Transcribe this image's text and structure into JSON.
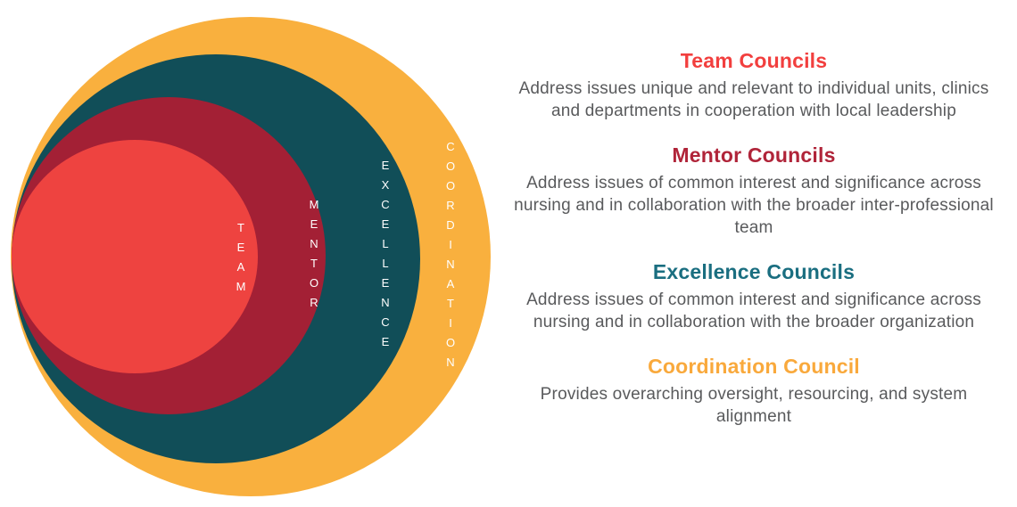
{
  "diagram": {
    "rings": [
      {
        "label": "TEAM",
        "color": "#EE4340"
      },
      {
        "label": "MENTOR",
        "color": "#A32035"
      },
      {
        "label": "EXCELLENCE",
        "color": "#114E58"
      },
      {
        "label": "COORDINATION",
        "color": "#F9B03E"
      }
    ],
    "label_text_color": "#FFFFFF"
  },
  "legend": {
    "sections": [
      {
        "title": "Team Councils",
        "title_color": "#F23F3E",
        "description": "Address issues unique and relevant to individual units, clinics and departments in cooperation with local leadership"
      },
      {
        "title": "Mentor Councils",
        "title_color": "#B02439",
        "description": "Address issues of common interest and significance across nursing and in collaboration with the broader inter-professional team"
      },
      {
        "title": "Excellence Councils",
        "title_color": "#1A6E80",
        "description": "Address issues of common interest and significance across nursing and in collaboration with the broader organization"
      },
      {
        "title": "Coordination Council",
        "title_color": "#F9A93C",
        "description": "Provides overarching oversight, resourcing, and system alignment"
      }
    ],
    "body_text_color": "#595A5C"
  }
}
